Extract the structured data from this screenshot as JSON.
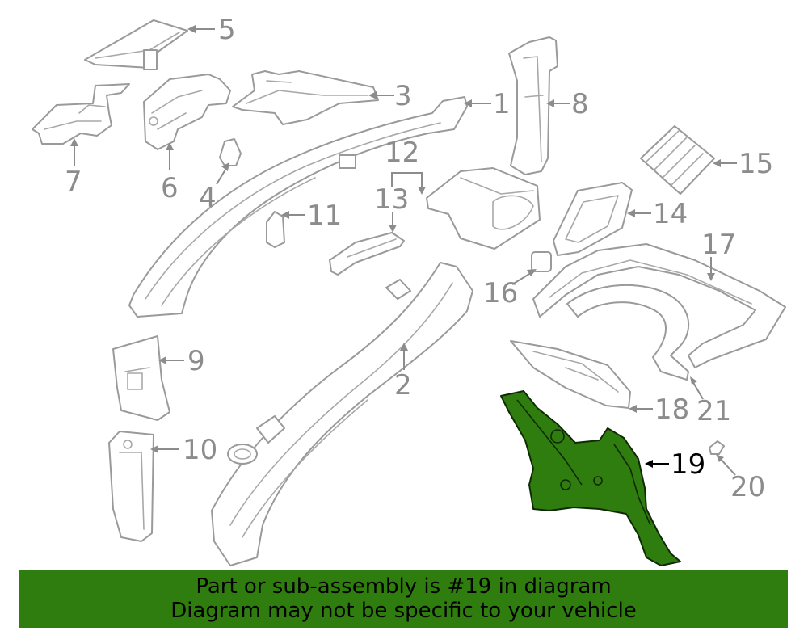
{
  "callouts": [
    {
      "id": "1",
      "label": "1"
    },
    {
      "id": "2",
      "label": "2"
    },
    {
      "id": "3",
      "label": "3"
    },
    {
      "id": "4",
      "label": "4"
    },
    {
      "id": "5",
      "label": "5"
    },
    {
      "id": "6",
      "label": "6"
    },
    {
      "id": "7",
      "label": "7"
    },
    {
      "id": "8",
      "label": "8"
    },
    {
      "id": "9",
      "label": "9"
    },
    {
      "id": "10",
      "label": "10"
    },
    {
      "id": "11",
      "label": "11"
    },
    {
      "id": "12",
      "label": "12"
    },
    {
      "id": "13",
      "label": "13"
    },
    {
      "id": "14",
      "label": "14"
    },
    {
      "id": "15",
      "label": "15"
    },
    {
      "id": "16",
      "label": "16"
    },
    {
      "id": "17",
      "label": "17"
    },
    {
      "id": "18",
      "label": "18"
    },
    {
      "id": "19",
      "label": "19"
    },
    {
      "id": "20",
      "label": "20"
    },
    {
      "id": "21",
      "label": "21"
    }
  ],
  "highlighted_part": "19",
  "colors": {
    "highlight": "#2f7d0e",
    "line_art": "#9a9a9a",
    "banner": "#2f7d0e"
  },
  "banner": {
    "line1": "Part or sub-assembly is #19 in diagram",
    "line2": "Diagram may not be specific to your vehicle"
  }
}
